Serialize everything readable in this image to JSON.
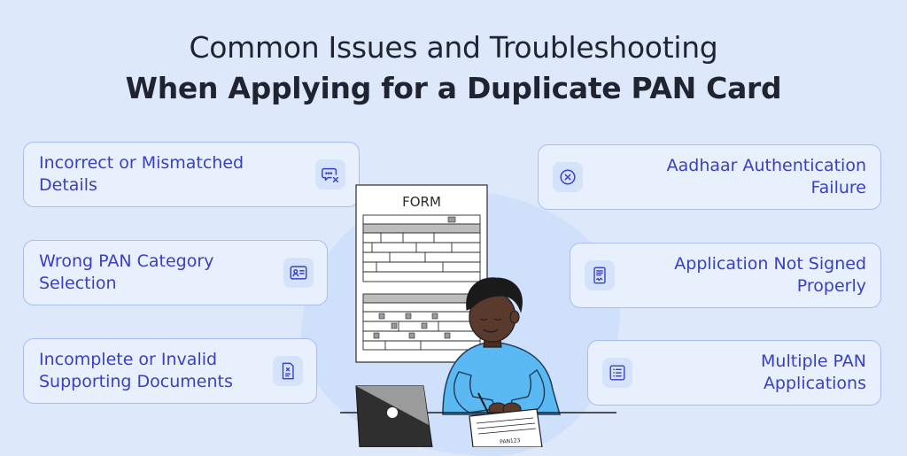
{
  "title": {
    "line1": "Common Issues and Troubleshooting",
    "line2": "When Applying for a Duplicate PAN Card"
  },
  "issues_left": [
    {
      "label": "Incorrect or Mismatched\nDetails",
      "icon": "chat-error-icon"
    },
    {
      "label": "Wrong PAN Category\nSelection",
      "icon": "id-card-icon"
    },
    {
      "label": "Incomplete or Invalid\nSupporting Documents",
      "icon": "document-x-icon"
    }
  ],
  "issues_right": [
    {
      "label": "Aadhaar Authentication\nFailure",
      "icon": "circle-x-icon"
    },
    {
      "label": "Application Not Signed\nProperly",
      "icon": "signed-document-icon"
    },
    {
      "label": "Multiple PAN\nApplications",
      "icon": "list-icon"
    }
  ],
  "illustration": {
    "form_heading": "FORM",
    "paper_label": "PAN123"
  },
  "colors": {
    "background": "#dde9fb",
    "card_text": "#3a3fc2",
    "card_border": "#a9bdf2",
    "shirt": "#5ab8f3"
  }
}
